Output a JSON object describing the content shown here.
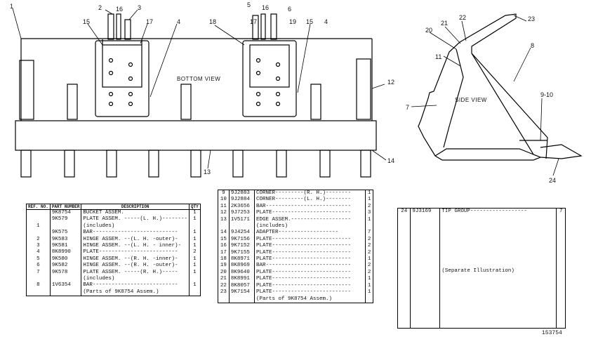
{
  "drawing": {
    "bottom_view_label": "BOTTOM VIEW",
    "side_view_label": "SIDE VIEW",
    "drawing_number": "153754",
    "callouts": [
      "1",
      "2",
      "16",
      "3",
      "15",
      "17",
      "4",
      "5",
      "16",
      "6",
      "18",
      "17",
      "19",
      "15",
      "4",
      "12",
      "14",
      "13",
      "20",
      "21",
      "22",
      "23",
      "8",
      "11",
      "9-10",
      "7",
      "24"
    ]
  },
  "table_left": {
    "headers": {
      "ref": "REF. NO.",
      "part": "PART NUMBER",
      "desc": "DESCRIPTION",
      "qty": "QTY"
    },
    "rows": [
      {
        "ref": "",
        "part": "9K8754",
        "desc": "BUCKET ASSEM.",
        "qty": "1"
      },
      {
        "ref": "",
        "part": "9K579",
        "desc": "PLATE ASSEM. -----(L. H.)--------",
        "qty": "1"
      },
      {
        "ref": "1",
        "part": "",
        "desc": "(includes)",
        "qty": ""
      },
      {
        "ref": "",
        "part": "9K575",
        "desc": "BAR---------------------------",
        "qty": "1"
      },
      {
        "ref": "2",
        "part": "9K583",
        "desc": "HINGE ASSEM. --(L. H. -outer)-",
        "qty": "1"
      },
      {
        "ref": "3",
        "part": "9K581",
        "desc": "HINGE ASSEM. --(L. H. - inner)-",
        "qty": "1"
      },
      {
        "ref": "4",
        "part": "8K8990",
        "desc": "PLATE-------------------------",
        "qty": "2"
      },
      {
        "ref": "5",
        "part": "9K580",
        "desc": "HINGE ASSEM. --(R. H. -inner)-",
        "qty": "1"
      },
      {
        "ref": "6",
        "part": "9K582",
        "desc": "HINGE ASSEM. --(R. H. -outer)-",
        "qty": "1"
      },
      {
        "ref": "7",
        "part": "9K578",
        "desc": "PLATE ASSEM. -----(R. H.)-----",
        "qty": "1"
      },
      {
        "ref": "",
        "part": "",
        "desc": "(includes)",
        "qty": ""
      },
      {
        "ref": "8",
        "part": "1V6354",
        "desc": "BAR---------------------------",
        "qty": "1"
      },
      {
        "ref": "",
        "part": "",
        "desc": "(Parts of 9K8754 Assem.)",
        "qty": ""
      }
    ]
  },
  "table_middle": {
    "rows": [
      {
        "ref": "9",
        "part": "9J2883",
        "desc": "CORNER---------(R. H.)--------",
        "qty": "1"
      },
      {
        "ref": "10",
        "part": "9J2884",
        "desc": "CORNER---------(L. H.)--------",
        "qty": "1"
      },
      {
        "ref": "11",
        "part": "2K3656",
        "desc": "BAR---------------------------",
        "qty": "2"
      },
      {
        "ref": "12",
        "part": "9J7253",
        "desc": "PLATE-------------------------",
        "qty": "3"
      },
      {
        "ref": "13",
        "part": "1V5171",
        "desc": "EDGE ASSEM.-------------------",
        "qty": "1"
      },
      {
        "ref": "",
        "part": "",
        "desc": "(includes)",
        "qty": ""
      },
      {
        "ref": "14",
        "part": "9J4254",
        "desc": "ADAPTER-------------------",
        "qty": "7"
      },
      {
        "ref": "15",
        "part": "9K7156",
        "desc": "PLATE-------------------------",
        "qty": "2"
      },
      {
        "ref": "16",
        "part": "9K7152",
        "desc": "PLATE-------------------------",
        "qty": "2"
      },
      {
        "ref": "17",
        "part": "9K7155",
        "desc": "PLATE-------------------------",
        "qty": "2"
      },
      {
        "ref": "18",
        "part": "8K8971",
        "desc": "PLATE-------------------------",
        "qty": "1"
      },
      {
        "ref": "19",
        "part": "8K8969",
        "desc": "BAR---------------------------",
        "qty": "2"
      },
      {
        "ref": "20",
        "part": "8K9640",
        "desc": "PLATE-------------------------",
        "qty": "2"
      },
      {
        "ref": "21",
        "part": "8K8991",
        "desc": "PLATE-------------------------",
        "qty": "1"
      },
      {
        "ref": "22",
        "part": "8K8057",
        "desc": "PLATE-------------------------",
        "qty": "1"
      },
      {
        "ref": "23",
        "part": "9K7154",
        "desc": "PLATE-------------------------",
        "qty": "1"
      },
      {
        "ref": "",
        "part": "",
        "desc": "(Parts of 9K8754 Assem.)",
        "qty": ""
      }
    ]
  },
  "table_right": {
    "rows": [
      {
        "ref": "24",
        "part": "9J3169",
        "desc": "TIP GROUP------------------",
        "qty": "7"
      },
      {
        "ref": "",
        "part": "",
        "desc": "(Separate Illustration)",
        "qty": ""
      }
    ]
  }
}
